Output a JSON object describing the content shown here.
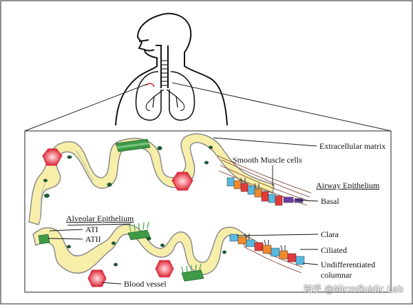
{
  "labels": {
    "extracellular_matrix": "Extracellular matrix",
    "smooth_muscle_cells": "Smooth Muscle cells",
    "airway_epithelium": "Airway Epithelium",
    "basal": "Basal",
    "alveolar_epithelium": "Alveolar Epithelium",
    "ati": "ATI",
    "atii": "ATII",
    "clara": "Clara",
    "ciliated": "Ciliated",
    "undifferentiated_line1": "Undifferentiated",
    "undifferentiated_line2": "columnar",
    "blood_vessel": "Blood vessel"
  },
  "watermark": "知乎 @Microfluidic Lab",
  "colors": {
    "tissue_fill": "#f7eeaa",
    "tissue_edge": "#8a8a8a",
    "nucleus": "#1f5a36",
    "ati_green": "#3f9a48",
    "blood_vessel": "#e03a4a",
    "smooth_muscle": "#7a3a2a",
    "basal_purple": "#6a3fa0",
    "clara_red": "#e23a3a",
    "ciliated_orange": "#f08a2a",
    "columnar_blue": "#58b8e0"
  }
}
